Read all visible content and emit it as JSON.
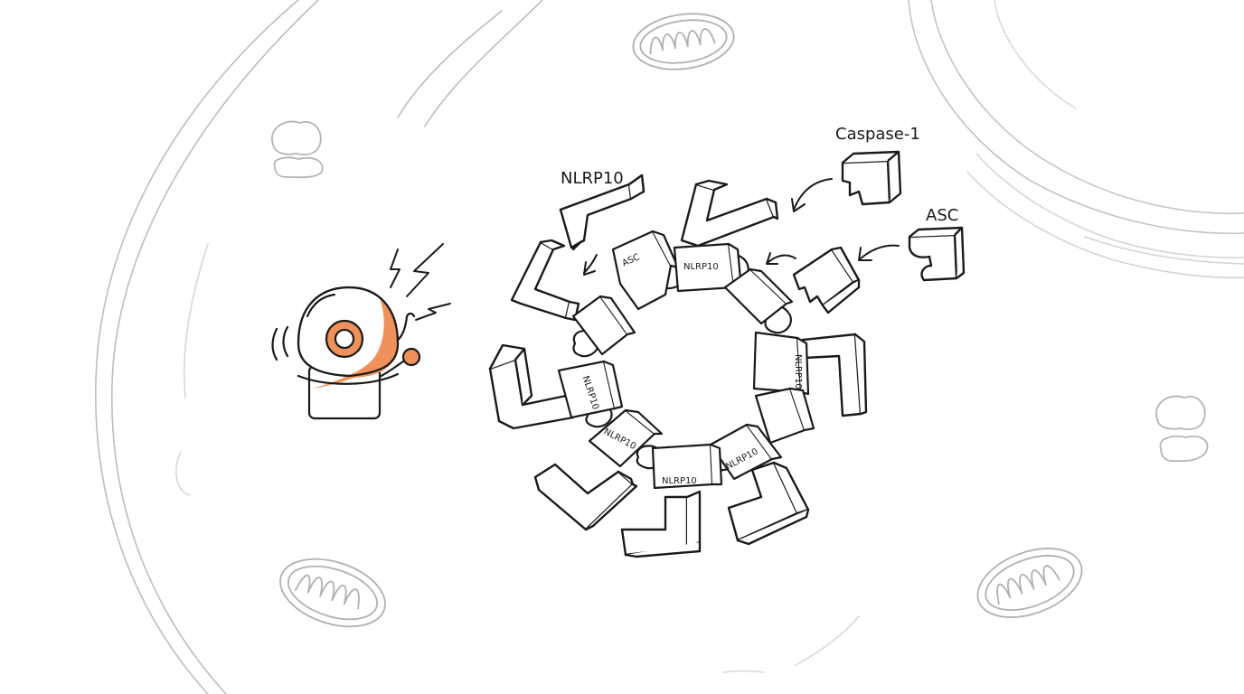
{
  "labels": {
    "caspase": "Caspase-1",
    "asc_free": "ASC",
    "nlrp10_free": "NLRP10"
  },
  "ring_labels": {
    "asc_top": "ASC",
    "nlrp10_top": "NLRP10",
    "nlrp10_right": "NLRP10",
    "nlrp10_left": "NLRP10",
    "nlrp10_bottom_left": "NLRP10",
    "nlrp10_bottom": "NLRP10",
    "nlrp10_bottom_right": "NLRP10"
  },
  "icons": {
    "alarm": "alarm-bell-icon",
    "lightning": "lightning-bolt-icon",
    "mitochondrion": "mitochondrion-icon",
    "vesicle": "vesicle-icon",
    "nucleus": "nucleus-envelope-icon"
  },
  "colors": {
    "ink": "#1a1a1a",
    "faint": "#b8b8b8",
    "accent": "#f0905a",
    "accent_dark": "#e07840"
  }
}
